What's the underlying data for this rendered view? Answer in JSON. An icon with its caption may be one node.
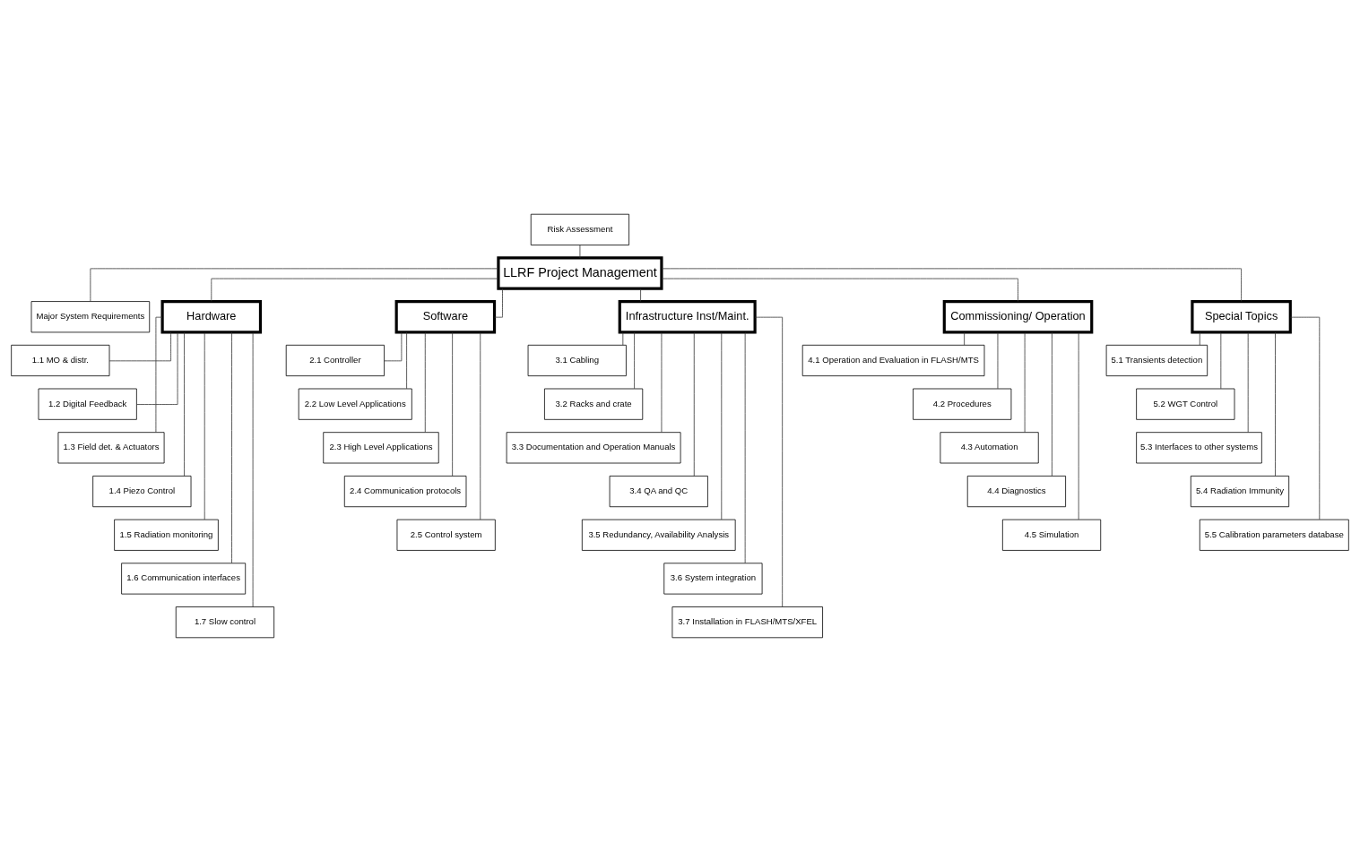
{
  "diagram": {
    "nodes": [
      {
        "text": [
          "LLRF Project Management"
        ]
      },
      {
        "text": [
          "Risk Assessment"
        ]
      },
      {
        "text": [
          "Major System Requirements"
        ]
      },
      {
        "text": [
          "Hardware"
        ]
      },
      {
        "text": [
          "Software"
        ]
      },
      {
        "text": [
          "Infrastructure Inst/Maint."
        ]
      },
      {
        "text": [
          "Commissioning/ Operation"
        ]
      },
      {
        "text": [
          "Special Topics"
        ]
      },
      {
        "text": [
          "1.1 MO & distr."
        ]
      },
      {
        "text": [
          "1.2 Digital Feedback"
        ]
      },
      {
        "text": [
          "1.3 Field det. & Actuators"
        ]
      },
      {
        "text": [
          "1.4 Piezo Control"
        ]
      },
      {
        "text": [
          "1.5 Radiation monitoring"
        ]
      },
      {
        "text": [
          "1.6 Communication interfaces"
        ]
      },
      {
        "text": [
          "1.7 Slow control"
        ]
      },
      {
        "text": [
          "2.1 Controller"
        ]
      },
      {
        "text": [
          "2.2 Low Level Applications"
        ]
      },
      {
        "text": [
          "2.3 High Level Applications"
        ]
      },
      {
        "text": [
          "2.4 Communication protocols"
        ]
      },
      {
        "text": [
          "2.5 Control system"
        ]
      },
      {
        "text": [
          "3.1 Cabling"
        ]
      },
      {
        "text": [
          "3.2 Racks and crate"
        ]
      },
      {
        "text": [
          "3.3 Documentation and Operation Manuals"
        ]
      },
      {
        "text": [
          "3.4 QA and QC"
        ]
      },
      {
        "text": [
          "3.5 Redundancy, Availability Analysis"
        ]
      },
      {
        "text": [
          "3.6 System integration"
        ]
      },
      {
        "text": [
          "3.7 Installation in FLASH/MTS/XFEL"
        ]
      },
      {
        "text": [
          "4.1 Operation and Evaluation in FLASH/MTS"
        ]
      },
      {
        "text": [
          "4.2 Procedures"
        ]
      },
      {
        "text": [
          "4.3 Automation"
        ]
      },
      {
        "text": [
          "4.4 Diagnostics"
        ]
      },
      {
        "text": [
          "4.5 Simulation"
        ]
      },
      {
        "text": [
          "5.1 Transients detection"
        ]
      },
      {
        "text": [
          "5.2 WGT Control"
        ]
      },
      {
        "text": [
          "5.3 Interfaces to other systems"
        ]
      },
      {
        "text": [
          "5.4 Radiation Immunity"
        ]
      },
      {
        "text": [
          "5.5 Calibration parameters database"
        ]
      }
    ],
    "edges": [
      {
        "from": 1,
        "to": 0,
        "arrow": "none"
      },
      {
        "from": 0,
        "to": 2,
        "arrow": "none"
      },
      {
        "from": 0,
        "to": 3,
        "arrow": "none"
      },
      {
        "from": 0,
        "to": 4,
        "arrow": "none"
      },
      {
        "from": 0,
        "to": 5,
        "arrow": "none"
      },
      {
        "from": 0,
        "to": 6,
        "arrow": "none"
      },
      {
        "from": 0,
        "to": 7,
        "arrow": "none"
      },
      {
        "from": 3,
        "to": 8,
        "arrow": "none"
      },
      {
        "from": 3,
        "to": 9,
        "arrow": "none"
      },
      {
        "from": 3,
        "to": 10,
        "arrow": "none"
      },
      {
        "from": 3,
        "to": 11,
        "arrow": "none"
      },
      {
        "from": 3,
        "to": 12,
        "arrow": "none"
      },
      {
        "from": 3,
        "to": 13,
        "arrow": "none"
      },
      {
        "from": 3,
        "to": 14,
        "arrow": "none"
      },
      {
        "from": 4,
        "to": 15,
        "arrow": "none"
      },
      {
        "from": 4,
        "to": 16,
        "arrow": "none"
      },
      {
        "from": 4,
        "to": 17,
        "arrow": "none"
      },
      {
        "from": 4,
        "to": 18,
        "arrow": "none"
      },
      {
        "from": 4,
        "to": 19,
        "arrow": "none"
      },
      {
        "from": 5,
        "to": 20,
        "arrow": "none"
      },
      {
        "from": 5,
        "to": 21,
        "arrow": "none"
      },
      {
        "from": 5,
        "to": 22,
        "arrow": "none"
      },
      {
        "from": 5,
        "to": 23,
        "arrow": "none"
      },
      {
        "from": 5,
        "to": 24,
        "arrow": "none"
      },
      {
        "from": 5,
        "to": 25,
        "arrow": "none"
      },
      {
        "from": 5,
        "to": 26,
        "arrow": "none"
      },
      {
        "from": 6,
        "to": 27,
        "arrow": "none"
      },
      {
        "from": 6,
        "to": 28,
        "arrow": "none"
      },
      {
        "from": 6,
        "to": 29,
        "arrow": "none"
      },
      {
        "from": 6,
        "to": 30,
        "arrow": "none"
      },
      {
        "from": 6,
        "to": 31,
        "arrow": "none"
      },
      {
        "from": 7,
        "to": 32,
        "arrow": "none"
      },
      {
        "from": 7,
        "to": 33,
        "arrow": "none"
      },
      {
        "from": 7,
        "to": 34,
        "arrow": "none"
      },
      {
        "from": 7,
        "to": 35,
        "arrow": "none"
      },
      {
        "from": 7,
        "to": 36,
        "arrow": "none"
      }
    ]
  }
}
